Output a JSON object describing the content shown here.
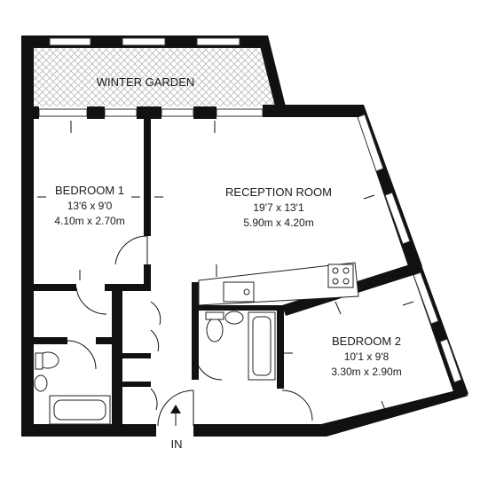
{
  "rooms": {
    "winter_garden": {
      "name": "WINTER GARDEN"
    },
    "bedroom1": {
      "name": "BEDROOM 1",
      "imperial": "13'6 x 9'0",
      "metric": "4.10m x 2.70m"
    },
    "reception": {
      "name": "RECEPTION ROOM",
      "imperial": "19'7 x 13'1",
      "metric": "5.90m x 4.20m"
    },
    "bedroom2": {
      "name": "BEDROOM 2",
      "imperial": "10'1 x 9'8",
      "metric": "3.30m x 2.90m"
    }
  },
  "entrance": {
    "label": "IN"
  },
  "colors": {
    "wall": "#111111",
    "background": "#ffffff",
    "hatch": "#b8b8b8"
  }
}
